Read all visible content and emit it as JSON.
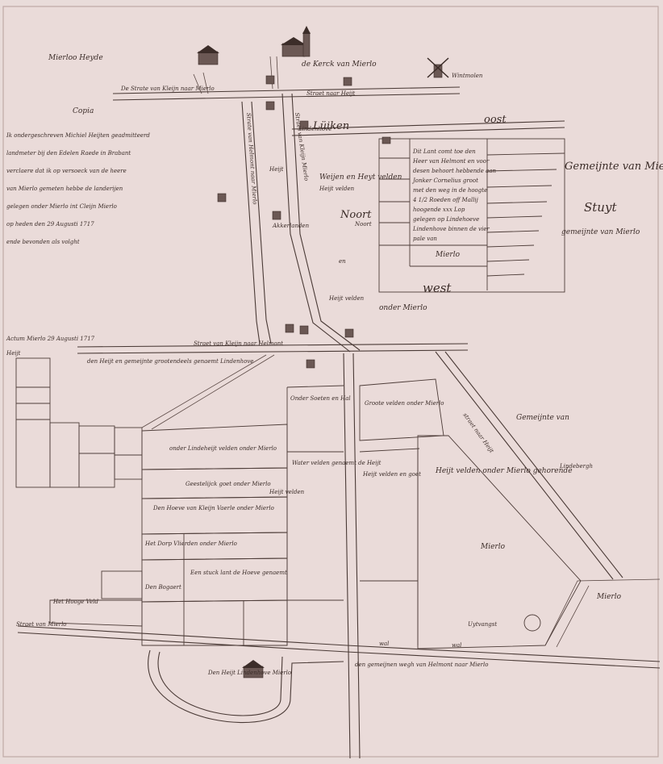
{
  "regions": {
    "mierloo_heyde": "Mierloo Heyde",
    "gemeijnte_right": "Gemeijnte van Mierlo",
    "stuyt": "Stuyt",
    "gemeijnte_onder": "gemeijnte van Mierlo",
    "oost": "oost",
    "west": "west",
    "noort": "Noort",
    "onder_mierlo": "onder Mierlo",
    "weijen_heyt": "Weijen en Heyt velden",
    "en": "en",
    "heytvelden": "Heijt velden",
    "mierlo_corner": "Mierlo",
    "gemeijnte_van": "Gemeijnte van",
    "mierlo_sw": "Mierlo"
  },
  "places": {
    "kerk": "de Kerck van Mierlo",
    "molen": "Wintmolen",
    "luiken": "Lüiken",
    "hout": "Heijt"
  },
  "roads": {
    "north": "De Strate van Kleijn naar Mierlo",
    "north_east": "Straet naar Heijt",
    "lindenhove": "Lindenhove",
    "vertical_left": "Strate van Helmont naar Mierlo",
    "vertical_center": "Straet van Kleijn Mierlo",
    "horizontal_mid": "Straet van Kleijn naar Helmont",
    "bottom_road": "den gemeijnen wegh van Helmont naar Mierlo",
    "right_diag": "straet naar Heijt",
    "vertical_south": "Straet van Mierlo"
  },
  "legend_text": {
    "heading": "Copia",
    "lines": [
      "Ik ondergeschreven Michiel Heijten geadmitteerd",
      "landmeter bij den Edelen Raede in Brabant",
      "verclaere dat ik op versoeck van de heere",
      "van Mierlo gemeten hebbe de landerijen",
      "gelegen onder Mierlo int Cleijn Mierlo",
      "op heden den 29 Augusti 1717",
      "ende bevonden als volght"
    ],
    "signature": "Actum Mierlo 29 Augusti 1717"
  },
  "note_mid": "den Heijt en gemeijnte grootendeels genaemt Lindenhove",
  "parcels": [
    {
      "label": "Heijt velden"
    },
    {
      "label": "Akkerlanden"
    },
    {
      "label": "Noort"
    },
    {
      "label": "Heijt"
    },
    {
      "label": "Onder Soeten en Hal"
    },
    {
      "label": "onder Lindeheijt velden onder Mierlo"
    },
    {
      "label": "Geestelijck goet onder Mierlo"
    },
    {
      "label": "Den Hoeve van Kleijn Vaerle onder Mierlo"
    },
    {
      "label": "Het Dorp Vlierden onder Mierlo"
    },
    {
      "label": "Een stuck lant de Hoeve genaemt"
    },
    {
      "label": "Den Bogaert"
    },
    {
      "label": "Heijt velden"
    },
    {
      "label": "Water velden genaemt de Heijt"
    },
    {
      "label": "Groote velden onder Mierlo"
    },
    {
      "label": "Heijt velden en goet"
    },
    {
      "label": "Heijt velden onder Mierlo gehorende"
    },
    {
      "label": "Mierlo"
    },
    {
      "label": "Lindebergh"
    },
    {
      "label": "Het Hooge Veld"
    },
    {
      "label": "wal"
    },
    {
      "label": "wal"
    },
    {
      "label": "Uytvangst"
    },
    {
      "label": "Den Heijt Lindenhove Mierlo"
    }
  ],
  "big_block_text": [
    "Dit Lant comt toe den",
    "Heer van Helmont en voor",
    "desen behoort hebbende aan",
    "Jonker Cornelius groot",
    "met den weg in de hoogte",
    "4 1/2 Roeden off Mallij",
    "hoogende xxx Lop",
    "gelegen op Lindehoeve",
    "Lindenhove binnen de vier",
    "pale van",
    "Mierlo"
  ],
  "colors": {
    "paper": "#eadbd9",
    "ink": "#3b2c28"
  }
}
